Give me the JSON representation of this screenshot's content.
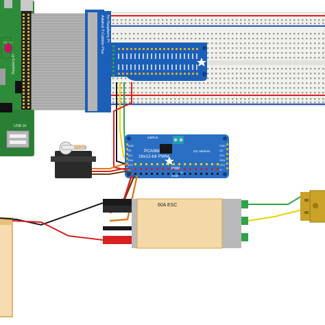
{
  "colors": {
    "pi_board": "#2e8b3a",
    "pi_board_dark": "#1f6e2b",
    "cobbler_blue": "#1c5fb8",
    "pwm_board": "#2a6fc4",
    "breadboard": "#f1f1ec",
    "esc_body": "#f4d9a8",
    "esc_frame": "#b9b9b9",
    "wire_red": "#d8201f",
    "wire_black": "#1a1a1a",
    "wire_yellow": "#e8d400",
    "wire_green": "#2fa34a",
    "wire_orange": "#e07a12",
    "wire_brown": "#6b3b12",
    "motor_gold": "#c9a227",
    "battery_body": "#f6dcb0"
  },
  "raspberry_pi": {
    "usb_label": "USB 2x"
  },
  "cobbler": {
    "label_line1": "Adafruit T-Cobbler Plus",
    "label_line2": "for Raspberry Pi"
  },
  "servo": {
    "label": "SERVO"
  },
  "pwm_board": {
    "brand": "adafruit",
    "name_line1": "PCA9685",
    "name_line2": "16x12-bit PWM",
    "addr_label": "I2C address",
    "pin_labels": [
      "GND",
      "OE",
      "SCL",
      "SDA",
      "VCC",
      "V+"
    ],
    "right_labels": [
      "GND",
      "OE",
      "SCL",
      "SDA",
      "VCC",
      "V+"
    ],
    "bottom_label": "PWM",
    "power_label": "V+",
    "gnd_label": "GND"
  },
  "esc": {
    "label": "60A ESC"
  },
  "icons": {
    "star": "star-icon",
    "raspberry": "raspberry-logo-icon"
  }
}
